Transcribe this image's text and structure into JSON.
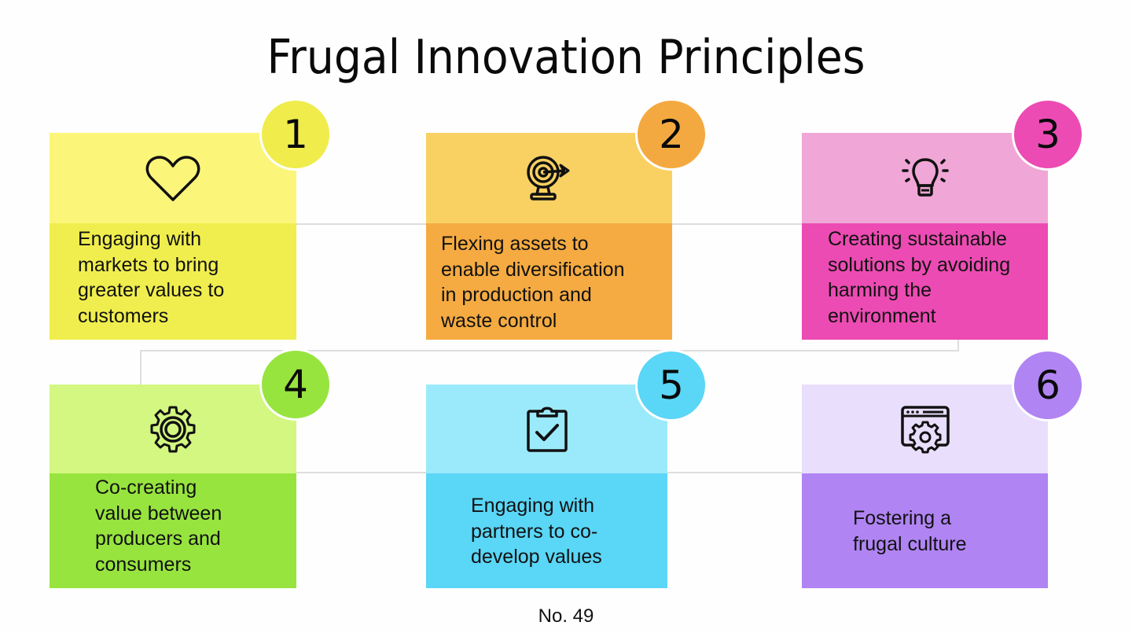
{
  "title": "Frugal Innovation Principles",
  "footer": {
    "page_label": "No. 49"
  },
  "colors": {
    "connector": "#dedede",
    "badge_border": "#ffffff"
  },
  "principles": [
    {
      "number": "1",
      "icon": "heart-icon",
      "text": "Engaging with\nmarkets to bring\ngreater values to\ncustomers",
      "colors": {
        "light": "#fbf67a",
        "dark": "#f0ee4e",
        "badge": "#efec4c"
      }
    },
    {
      "number": "2",
      "icon": "target-icon",
      "text": "Flexing assets to\nenable diversification\nin production and\nwaste control",
      "colors": {
        "light": "#f9d162",
        "dark": "#f5ab42",
        "badge": "#f4a940"
      }
    },
    {
      "number": "3",
      "icon": "lightbulb-icon",
      "text": "Creating sustainable\nsolutions by avoiding\nharming the\nenvironment",
      "colors": {
        "light": "#f0a6d6",
        "dark": "#ec4bb3",
        "badge": "#ec4bb3"
      }
    },
    {
      "number": "4",
      "icon": "gear-icon",
      "text": "Co-creating\nvalue between\nproducers and\nconsumers",
      "colors": {
        "light": "#d3f781",
        "dark": "#97e43f",
        "badge": "#97e43f"
      }
    },
    {
      "number": "5",
      "icon": "clipboard-check-icon",
      "text": "Engaging with\npartners to co-\ndevelop values",
      "colors": {
        "light": "#9beafb",
        "dark": "#5ad6f6",
        "badge": "#5ad6f6"
      }
    },
    {
      "number": "6",
      "icon": "browser-settings-icon",
      "text": "Fostering a\nfrugal culture",
      "colors": {
        "light": "#e9defc",
        "dark": "#b084f3",
        "badge": "#b084f3"
      }
    }
  ]
}
